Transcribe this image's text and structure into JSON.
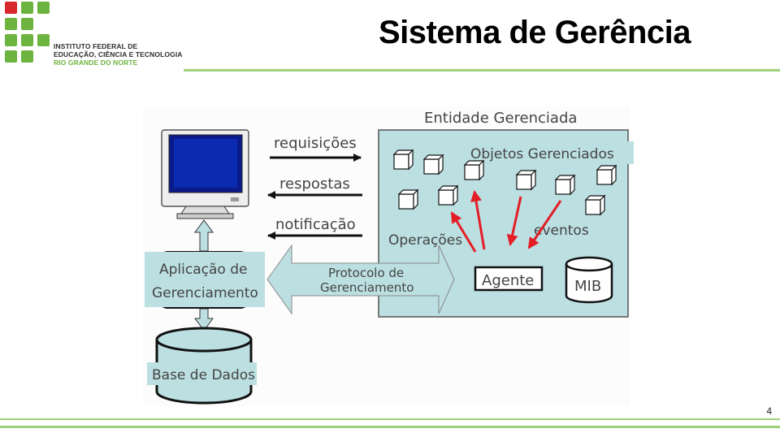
{
  "header": {
    "title": "Sistema de Gerência",
    "logo_lines": [
      "INSTITUTO FEDERAL DE",
      "EDUCAÇÃO, CIÊNCIA E TECNOLOGIA",
      "RIO GRANDE DO NORTE"
    ]
  },
  "diagram": {
    "arrow_labels": {
      "requests": "requisições",
      "responses": "respostas",
      "notification": "notificação"
    },
    "manager_app": [
      "Aplicação de",
      "Gerenciamento"
    ],
    "protocol": [
      "Protocolo de",
      "Gerenciamento"
    ],
    "database": "Base de Dados",
    "managed_entity": {
      "title": "Entidade Gerenciada",
      "objects_label": "Objetos Gerenciados",
      "operations_label": "Operações",
      "events_label": "eventos",
      "agent_label": "Agente",
      "mib_label": "MIB"
    }
  },
  "footer": {
    "page_number": "4"
  },
  "colors": {
    "accent_green": "#6cb33f",
    "logo_red": "#d7282f",
    "panel_fill": "#bcdfe2",
    "arrow_red": "#e41e26"
  }
}
